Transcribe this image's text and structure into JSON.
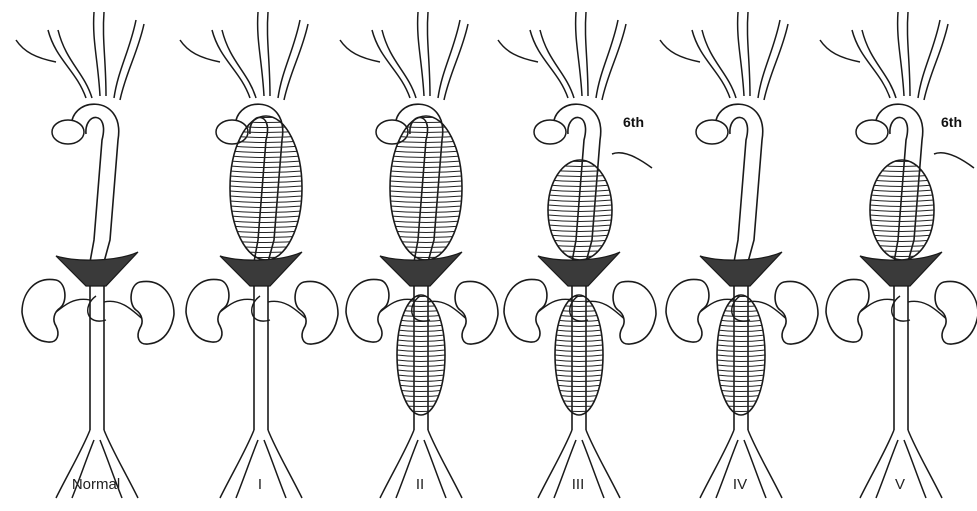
{
  "figure": {
    "panels": [
      {
        "label": "Normal",
        "upper_dilated": false,
        "lower_dilated": false,
        "upper_extent": "",
        "lower_extent": "",
        "rib_label": ""
      },
      {
        "label": "I",
        "upper_dilated": true,
        "lower_dilated": false,
        "upper_extent": "full",
        "lower_extent": "",
        "rib_label": ""
      },
      {
        "label": "II",
        "upper_dilated": true,
        "lower_dilated": true,
        "upper_extent": "full",
        "lower_extent": "full",
        "rib_label": ""
      },
      {
        "label": "III",
        "upper_dilated": true,
        "lower_dilated": true,
        "upper_extent": "distal",
        "lower_extent": "full",
        "rib_label": "6th"
      },
      {
        "label": "IV",
        "upper_dilated": false,
        "lower_dilated": true,
        "upper_extent": "",
        "lower_extent": "full",
        "rib_label": ""
      },
      {
        "label": "V",
        "upper_dilated": true,
        "lower_dilated": false,
        "upper_extent": "distal",
        "lower_extent": "",
        "rib_label": "6th"
      }
    ],
    "colors": {
      "line": "#1a1a1a",
      "background": "#ffffff",
      "hatch": "#222222"
    }
  }
}
